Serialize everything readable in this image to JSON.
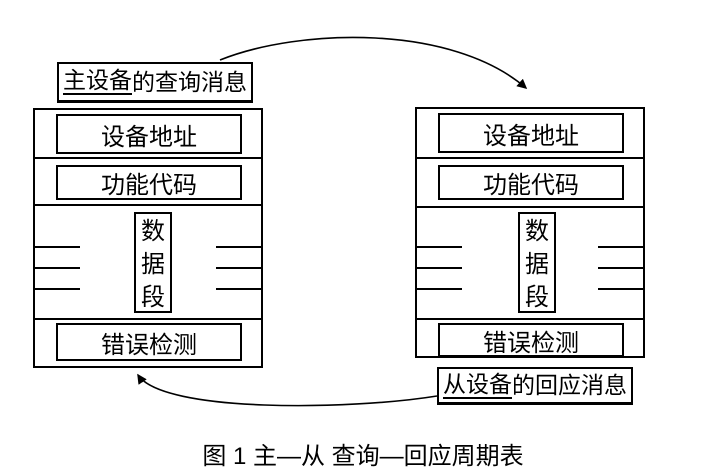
{
  "diagram": {
    "title_caption": "图 1 主—从 查询—回应周期表",
    "top_label": {
      "underlined": "主设备",
      "rest": "的查询消息",
      "full": "主设备的查询消息"
    },
    "bottom_label": {
      "underlined": "从设备",
      "rest": "的回应消息",
      "full": "从设备的回应消息"
    },
    "frame_fields": {
      "device_address": "设备地址",
      "function_code": "功能代码",
      "data_segment": "数据段",
      "error_check": "错误检测"
    },
    "arrows": {
      "query_arrow": "master-to-slave",
      "response_arrow": "slave-to-master"
    },
    "colors": {
      "line": "#000000",
      "background": "#ffffff",
      "text": "#000000"
    }
  }
}
